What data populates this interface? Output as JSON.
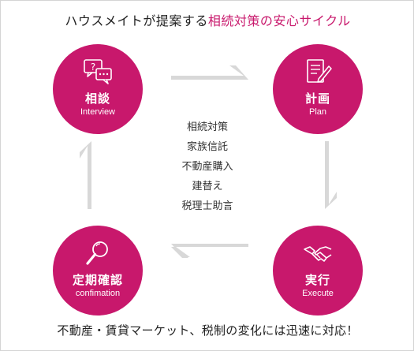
{
  "title": {
    "prefix": "ハウスメイトが提案する",
    "highlight": "相続対策の安心サイクル"
  },
  "colors": {
    "accent": "#c8186c",
    "arrow": "#d8d8d8",
    "text": "#222222"
  },
  "steps": [
    {
      "jp": "相談",
      "en": "Interview",
      "icon": "chat-question-icon"
    },
    {
      "jp": "計画",
      "en": "Plan",
      "icon": "document-pen-icon"
    },
    {
      "jp": "実行",
      "en": "Execute",
      "icon": "handshake-icon"
    },
    {
      "jp": "定期確認",
      "en": "confimation",
      "icon": "magnifier-icon"
    }
  ],
  "center_items": [
    "相続対策",
    "家族信託",
    "不動産購入",
    "建替え",
    "税理士助言"
  ],
  "footer": "不動産・賃貸マーケット、税制の変化には迅速に対応！"
}
